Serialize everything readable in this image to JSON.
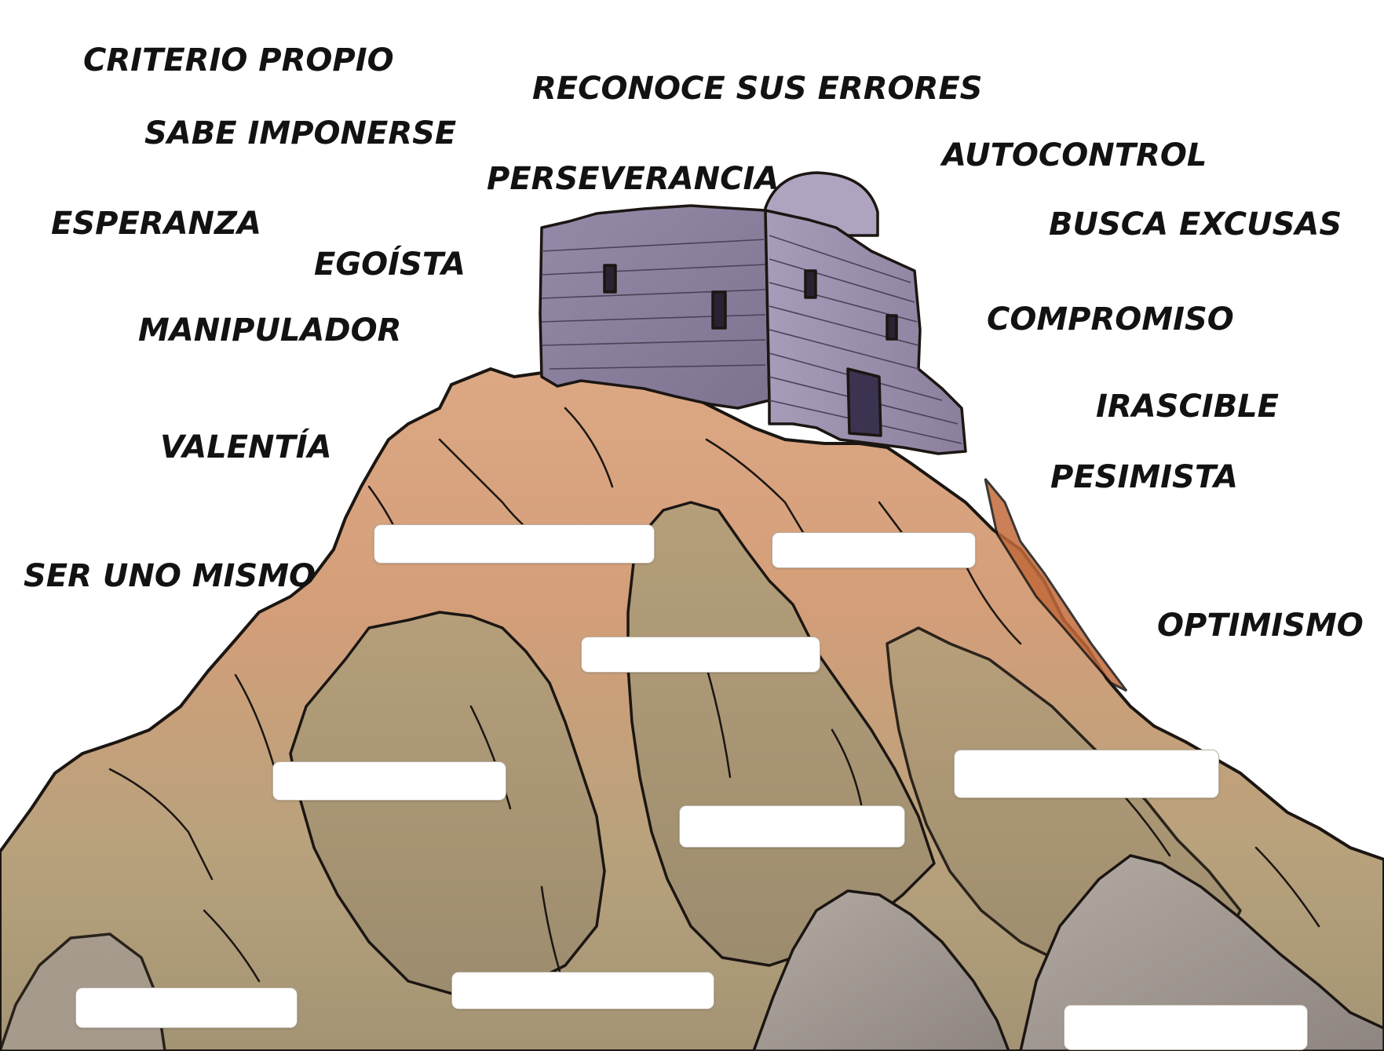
{
  "words": {
    "criterio_propio": "CRITERIO PROPIO",
    "reconoce_sus_errores": "RECONOCE SUS ERRORES",
    "sabe_imponerse": "SABE IMPONERSE",
    "autocontrol": "AUTOCONTROL",
    "perseverancia": "PERSEVERANCIA",
    "esperanza": "ESPERANZA",
    "busca_excusas": "BUSCA EXCUSAS",
    "egoista": "EGOÍSTA",
    "manipulador": "MANIPULADOR",
    "compromiso": "COMPROMISO",
    "irascible": "IRASCIBLE",
    "valentia": "VALENTÍA",
    "pesimista": "PESIMISTA",
    "ser_uno_mismo": "SER UNO MISMO",
    "optimismo": "OPTIMISMO"
  },
  "colors": {
    "background": "#ffffff",
    "text": "#121212",
    "castle_stone": "#8d82a0",
    "mountain_upper": "#d8a27e",
    "mountain_lower": "#ab9977",
    "rock_grey": "#9a8f8a",
    "outline": "#1b1612",
    "blank_box": "#ffffff"
  }
}
